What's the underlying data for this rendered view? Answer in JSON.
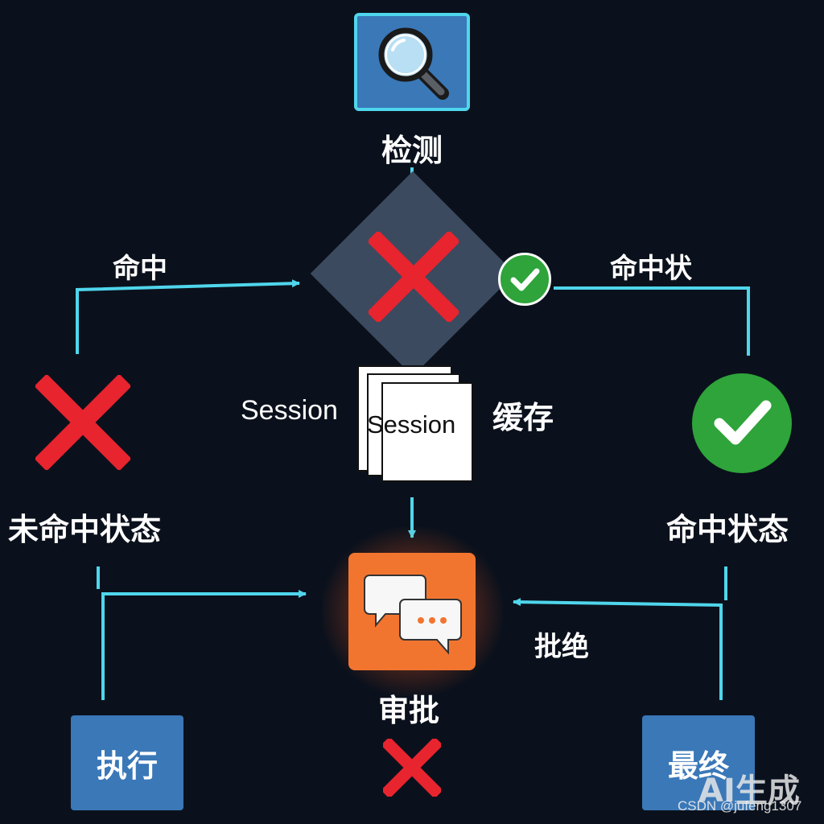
{
  "nodes": {
    "detect": {
      "label": "检测",
      "icon": "magnifier-icon"
    },
    "decision": {
      "icon": "red-x-icon"
    },
    "hit_badge": {
      "icon": "green-check-icon"
    },
    "miss": {
      "label": "未命中状态",
      "icon": "red-x-icon"
    },
    "hit": {
      "label": "命中状态",
      "icon": "green-check-icon"
    },
    "cache": {
      "left_label": "Session",
      "page_label": "Session",
      "right_label": "缓存",
      "icon": "documents-icon"
    },
    "approval": {
      "label": "审批",
      "icon": "chat-bubbles-icon"
    },
    "approval_reject": {
      "icon": "red-x-icon"
    },
    "execute": {
      "label": "执行"
    },
    "final": {
      "label": "最终"
    }
  },
  "edges": {
    "left_top": "命中",
    "right_top": "命中状",
    "reject": "批绝"
  },
  "watermark": {
    "mark": "AI生成",
    "source": "CSDN @jufeng1307"
  },
  "colors": {
    "background": "#0b111c",
    "connector": "#4fd6ec",
    "node_blue": "#3a78b8",
    "approval_orange": "#f2752f",
    "red": "#e8242f",
    "green": "#2ea43a"
  }
}
